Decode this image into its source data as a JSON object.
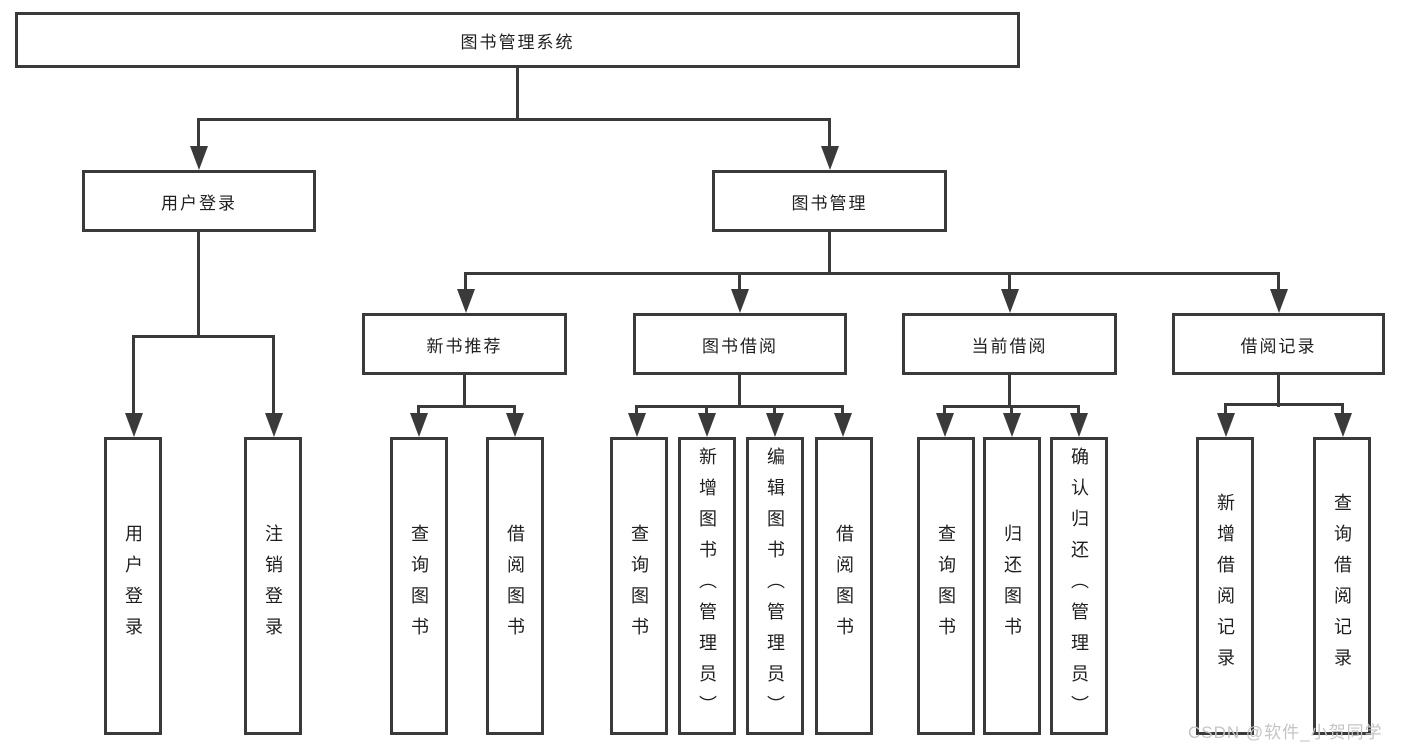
{
  "diagram": {
    "title": "图书管理系统",
    "level2": {
      "user_login": "用户登录",
      "book_mgmt": "图书管理"
    },
    "level3": {
      "new_books": "新书推荐",
      "book_borrow": "图书借阅",
      "current_borrow": "当前借阅",
      "borrow_records": "借阅记录"
    },
    "leaves": {
      "user_login": [
        "用户登录",
        "注销登录"
      ],
      "new_books": [
        "查询图书",
        "借阅图书"
      ],
      "book_borrow": [
        "查询图书",
        "新增图书（管理员）",
        "编辑图书（管理员）",
        "借阅图书"
      ],
      "current_borrow": [
        "查询图书",
        "归还图书",
        "确认归还（管理员）"
      ],
      "borrow_records": [
        "新增借阅记录",
        "查询借阅记录"
      ]
    }
  },
  "watermark": {
    "text": "CSDN @软件_小贺同学"
  },
  "colors": {
    "line": "#3a3a3a",
    "text": "#1f1f1f",
    "background": "#ffffff",
    "watermark": "#c5c5c5"
  }
}
